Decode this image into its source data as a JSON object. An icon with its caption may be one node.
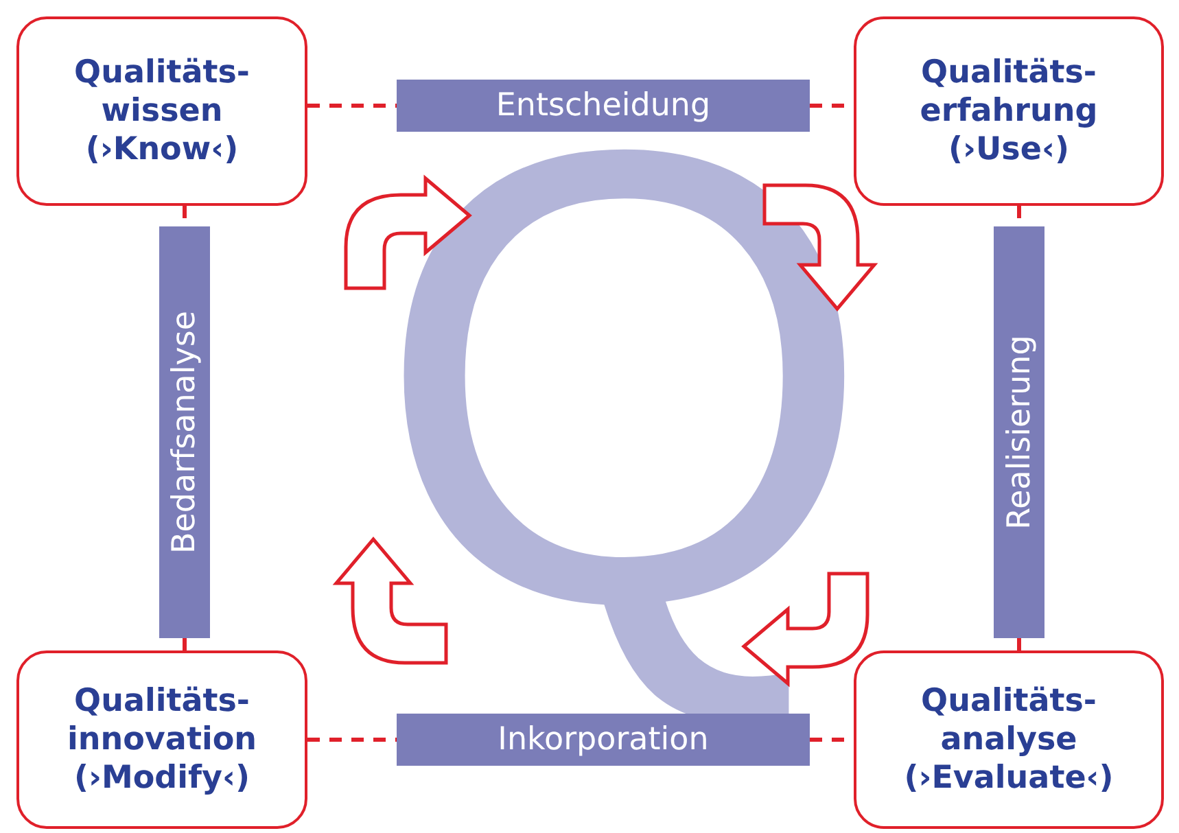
{
  "diagram": {
    "nodes": [
      {
        "text": [
          "Qualitäts- wissen (›Know‹)"
        ]
      },
      {
        "text": [
          "Entscheidung"
        ]
      },
      {
        "text": [
          "Qualitäts- erfahrung (›Use‹)"
        ]
      },
      {
        "text": [
          "Bedarfsanalyse"
        ]
      },
      {
        "text": [
          "Realisierung"
        ]
      },
      {
        "text": [
          "Qualitäts- innovation (›Modify‹)"
        ]
      },
      {
        "text": [
          "Inkorporation"
        ]
      },
      {
        "text": [
          "Qualitäts- analyse (›Evaluate‹)"
        ]
      }
    ],
    "edges": [
      {
        "from": 0,
        "to": 1,
        "arrow": "none",
        "style": "dashed"
      },
      {
        "from": 1,
        "to": 2,
        "arrow": "none",
        "style": "dashed"
      },
      {
        "from": 0,
        "to": 3,
        "arrow": "none",
        "style": "dashed"
      },
      {
        "from": 3,
        "to": 5,
        "arrow": "none",
        "style": "dashed"
      },
      {
        "from": 2,
        "to": 4,
        "arrow": "none",
        "style": "dashed"
      },
      {
        "from": 4,
        "to": 7,
        "arrow": "none",
        "style": "dashed"
      },
      {
        "from": 5,
        "to": 6,
        "arrow": "none",
        "style": "dashed"
      },
      {
        "from": 6,
        "to": 7,
        "arrow": "none",
        "style": "dashed"
      }
    ],
    "labels": [
      "Q"
    ]
  }
}
